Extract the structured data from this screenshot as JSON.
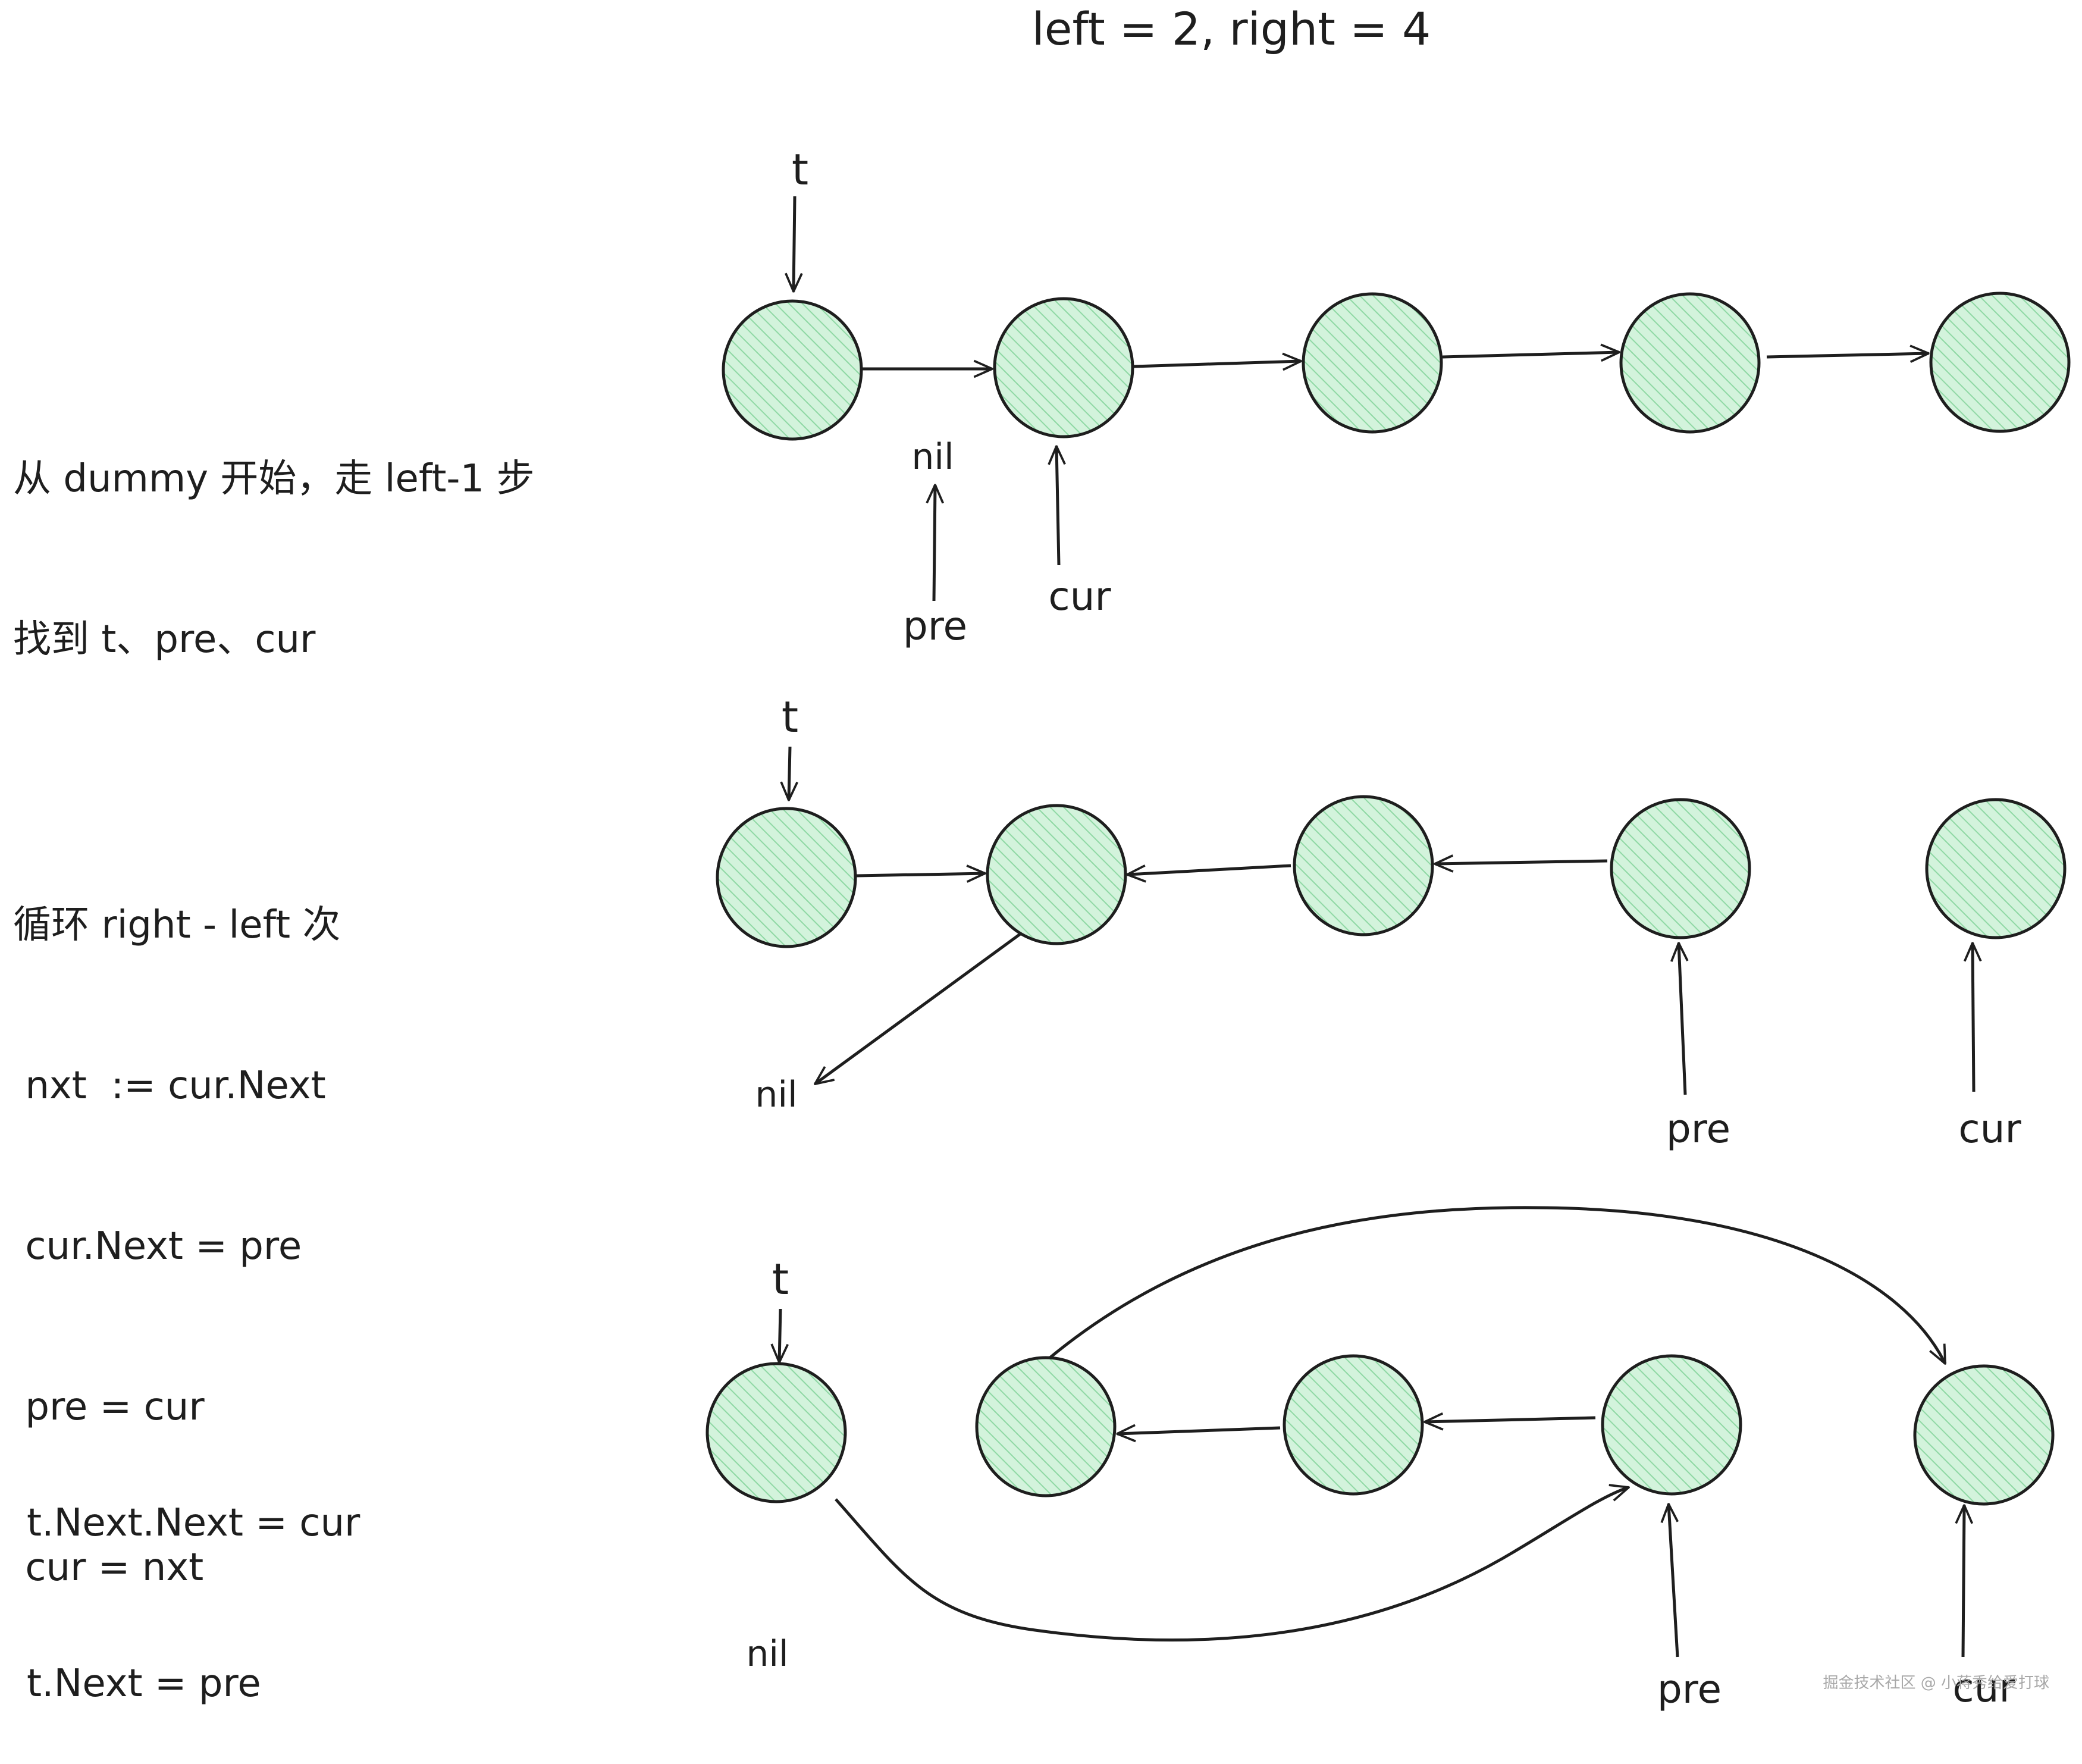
{
  "title": "left = 2, right = 4",
  "colors": {
    "node_fill": "#d3f3dc",
    "node_hatch": "#8fd8a4",
    "stroke": "#1e1e1e",
    "text": "#1e1e1e"
  },
  "panel1": {
    "desc": [
      "从 dummy 开始，走 left-1 步",
      "找到 t、pre、cur"
    ],
    "labels": {
      "t": "t",
      "nil": "nil",
      "pre": "pre",
      "cur": "cur"
    }
  },
  "panel2": {
    "desc": [
      "循环 right - left 次",
      " nxt  := cur.Next",
      " cur.Next = pre",
      " pre = cur",
      " cur = nxt"
    ],
    "labels": {
      "t": "t",
      "nil": "nil",
      "pre": "pre",
      "cur": "cur"
    }
  },
  "panel3": {
    "desc": [
      "t.Next.Next = cur",
      "t.Next = pre"
    ],
    "labels": {
      "t": "t",
      "nil": "nil",
      "pre": "pre",
      "cur": "cur"
    }
  },
  "watermark": "掘金技术社区 @ 小蒋秀给爱打球"
}
